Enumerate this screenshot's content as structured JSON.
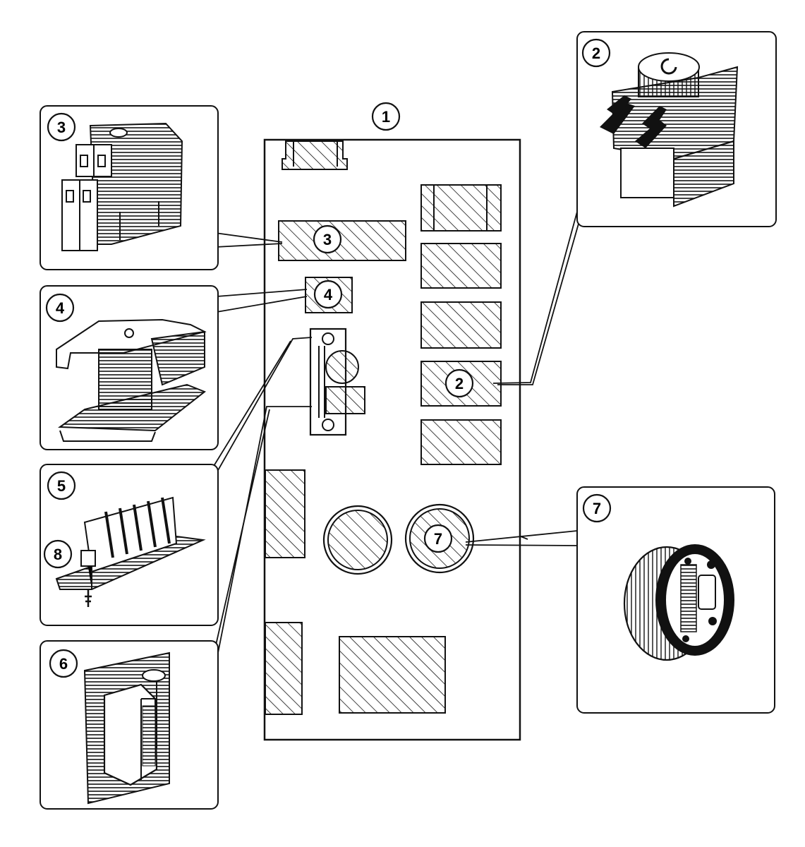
{
  "labels": {
    "panel": "1",
    "switch_unit": "2",
    "breaker": "3",
    "relay": "4",
    "terminal_strip": "5",
    "module": "6",
    "socket": "7",
    "screw_terminal": "8"
  },
  "colors": {
    "ink": "#111111",
    "paper": "#ffffff"
  },
  "icons": {
    "breaker": "circuit-breaker-icon",
    "relay": "relay-coil-icon",
    "terminal_strip": "terminal-strip-icon",
    "module": "plug-in-module-icon",
    "switch_unit": "rotary-switch-icon",
    "socket": "round-socket-icon"
  }
}
